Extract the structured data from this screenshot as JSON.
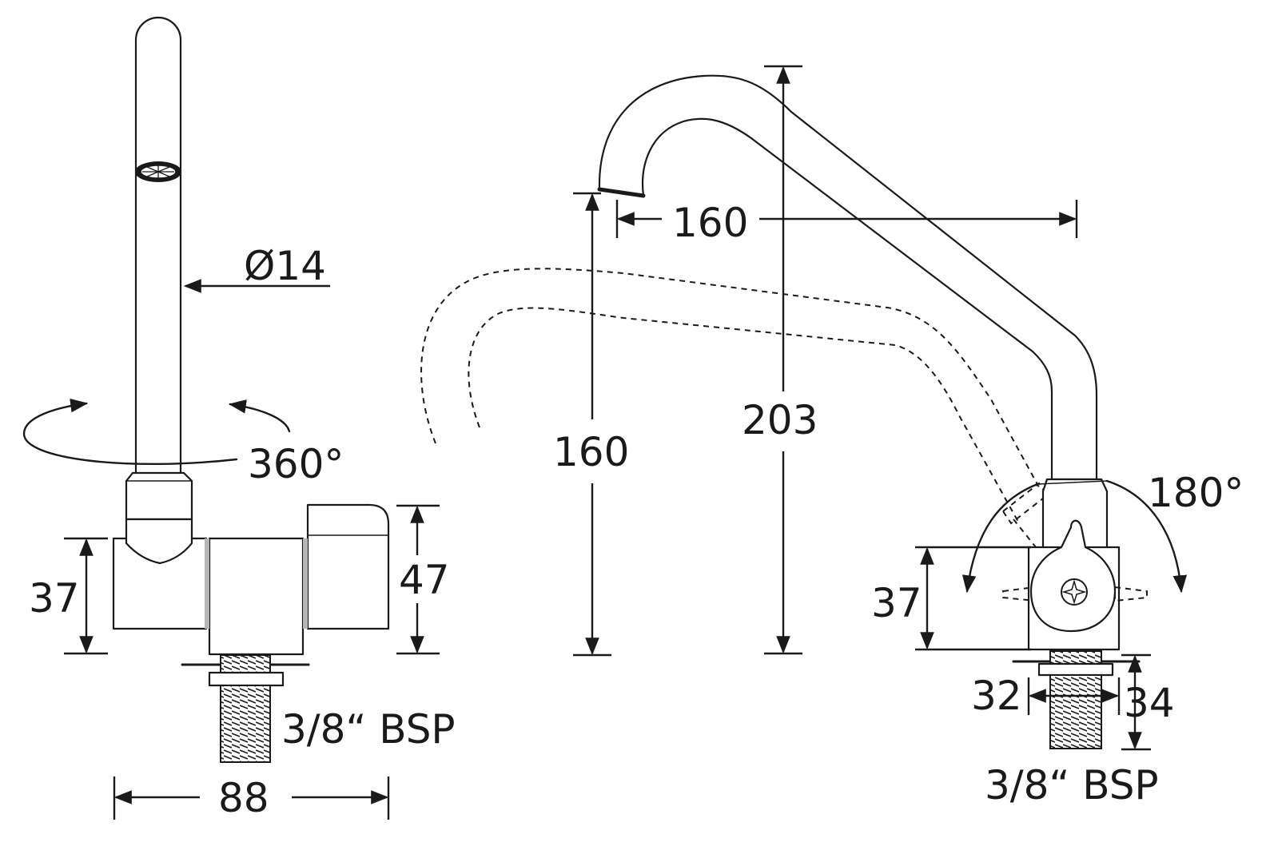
{
  "colors": {
    "line": "#1a1a1a",
    "background": "#ffffff",
    "seam": "#b5b5b5"
  },
  "front_view": {
    "diameter_label": "Ø14",
    "rotation_label": "360°",
    "height_label": "37",
    "lever_height_label": "47",
    "thread_label": "3/8“ BSP",
    "width_label": "88"
  },
  "side_view": {
    "reach_label": "160",
    "spout_height_label": "160",
    "total_height_label": "203",
    "swing_label": "180°",
    "body_height_label": "37",
    "thread_diameter_label": "32",
    "thread_length_label": "34",
    "thread_label": "3/8“ BSP"
  }
}
